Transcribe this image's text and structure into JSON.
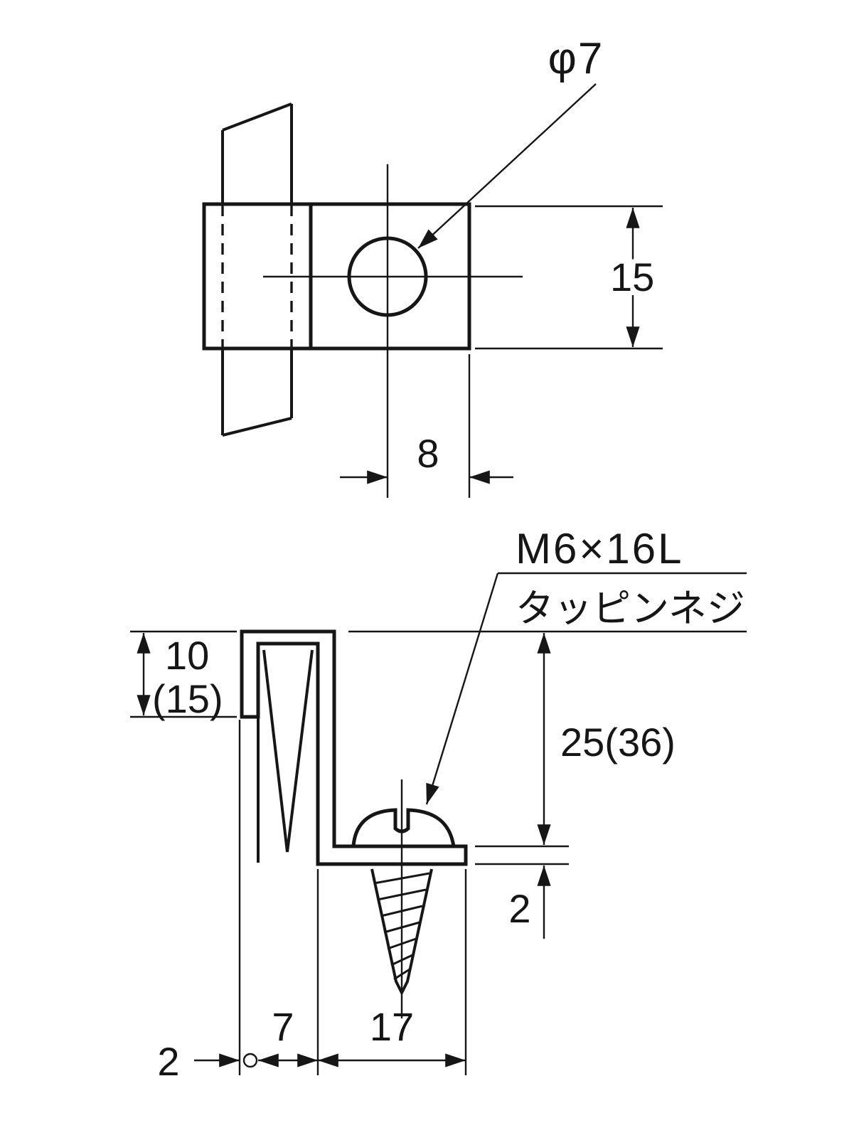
{
  "drawing": {
    "background": "#ffffff",
    "line_color": "#161616",
    "top_view": {
      "hole_diameter_label": "φ7",
      "height_dim": "15",
      "width_dim": "8"
    },
    "side_view": {
      "screw_spec": "M6×16L",
      "screw_type": "タッピンネジ",
      "hook_depth_dim": "10",
      "hook_depth_alt_dim": "(15)",
      "leg_length_dim": "25(36)",
      "plate_thickness_dim": "2",
      "rod_width_dim": "7",
      "foot_length_dim": "17",
      "edge_offset_dim": "2"
    }
  }
}
